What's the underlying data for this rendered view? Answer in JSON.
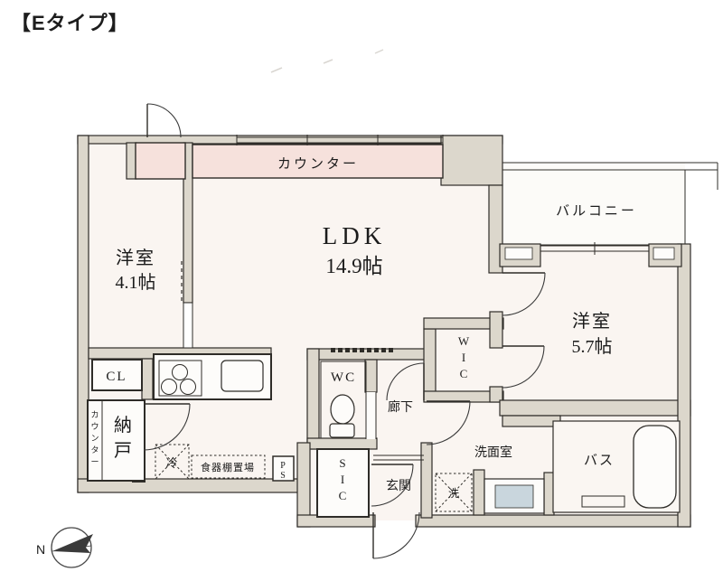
{
  "title": "【Eタイプ】",
  "plan": {
    "counter_label": "カウンター",
    "balcony_label": "バルコニー",
    "ldk": {
      "name": "LDK",
      "size": "14.9帖"
    },
    "bedroom_left": {
      "name": "洋室",
      "size": "4.1帖"
    },
    "bedroom_right": {
      "name": "洋室",
      "size": "5.7帖"
    },
    "wc": "WC",
    "corridor": "廊下",
    "entrance": "玄関",
    "washroom": "洗面室",
    "bath": "バス",
    "closet": "CL",
    "storage_v": [
      "納",
      "戸"
    ],
    "storage_counter_v": [
      "カ",
      "ウ",
      "ン",
      "タ",
      "ー"
    ],
    "wic_v": [
      "W",
      "I",
      "C"
    ],
    "sic_v": [
      "S",
      "I",
      "C"
    ],
    "ps_v": [
      "P",
      "S"
    ],
    "fridge": "冷",
    "cupboard": "食器棚置場",
    "laundry": "洗"
  },
  "compass": {
    "north": "N"
  },
  "colors": {
    "wall": "#dcd7cc",
    "counter_pink": "#f6e1dc",
    "line": "#2e2c28",
    "floor": "#faf5f1",
    "sink_blue": "#c9d6dd"
  }
}
